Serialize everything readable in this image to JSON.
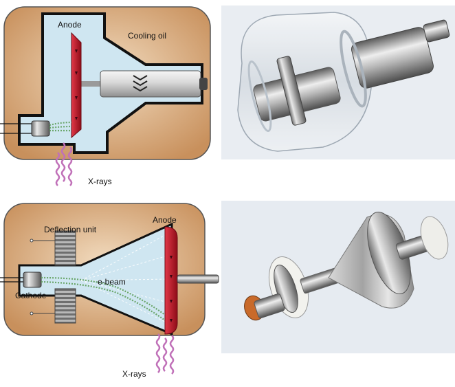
{
  "top_diagram": {
    "anode_label": "Anode",
    "cooling_label": "Cooling oil",
    "xrays_label": "X-rays"
  },
  "bottom_diagram": {
    "deflection_label": "Deflection unit",
    "anode_label": "Anode",
    "ebeam_label": "e-beam",
    "cathode_label": "Cathode",
    "xrays_label": "X-rays"
  },
  "colors": {
    "housing": "#d8a878",
    "vacuum": "#cfe6f1",
    "anode": "#c0162a",
    "xray": "#c070b8",
    "beam": "#6aa66a",
    "photo_bg": "#e9edf2"
  }
}
